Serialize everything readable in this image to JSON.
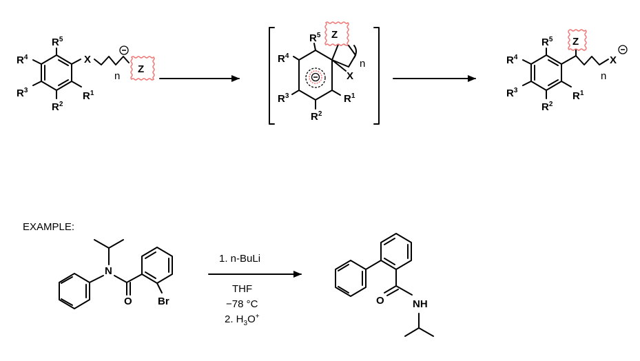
{
  "general": {
    "start": {
      "r1": "R",
      "r1_sup": "1",
      "r2": "R",
      "r2_sup": "2",
      "r3": "R",
      "r3_sup": "3",
      "r4": "R",
      "r4_sup": "4",
      "r5": "R",
      "r5_sup": "5",
      "x": "X",
      "n": "n",
      "z": "Z",
      "charge": "−"
    },
    "intermediate": {
      "r1": "R",
      "r1_sup": "1",
      "r2": "R",
      "r2_sup": "2",
      "r3": "R",
      "r3_sup": "3",
      "r4": "R",
      "r4_sup": "4",
      "r5": "R",
      "r5_sup": "5",
      "x": "X",
      "n": "n",
      "z": "Z",
      "charge": "−"
    },
    "product": {
      "r1": "R",
      "r1_sup": "1",
      "r2": "R",
      "r2_sup": "2",
      "r3": "R",
      "r3_sup": "3",
      "r4": "R",
      "r4_sup": "4",
      "r5": "R",
      "r5_sup": "5",
      "x": "X",
      "n": "n",
      "z": "Z",
      "charge": "−"
    }
  },
  "example": {
    "heading": "EXAMPLE:",
    "reactant": {
      "n": "N",
      "o": "O",
      "br": "Br"
    },
    "conditions": {
      "step1": "1. n-BuLi",
      "solvent": "THF",
      "temperature": "−78 °C",
      "step2_prefix": "2. H",
      "step2_sub": "3",
      "step2_o": "O",
      "step2_sup": "+"
    },
    "product": {
      "o": "O",
      "nh": "NH"
    }
  }
}
